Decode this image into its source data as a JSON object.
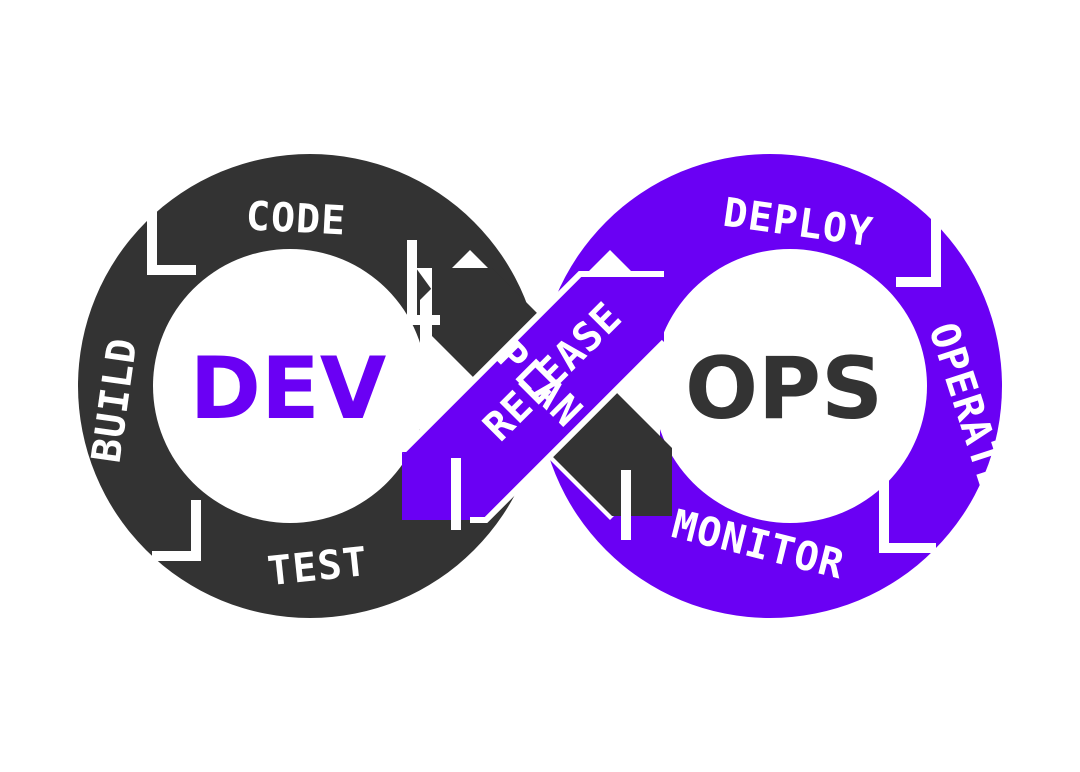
{
  "colors": {
    "dev": "#333333",
    "ops": "#6a00f4",
    "gap": "#ffffff",
    "background": "#ffffff"
  },
  "diagram": {
    "dev_label": "DEV",
    "ops_label": "OPS",
    "segments": {
      "plan": "PLAN",
      "code": "CODE",
      "build": "BUILD",
      "test": "TEST",
      "release": "RELEASE",
      "deploy": "DEPLOY",
      "operate": "OPERATE",
      "monitor": "MONITOR"
    }
  }
}
